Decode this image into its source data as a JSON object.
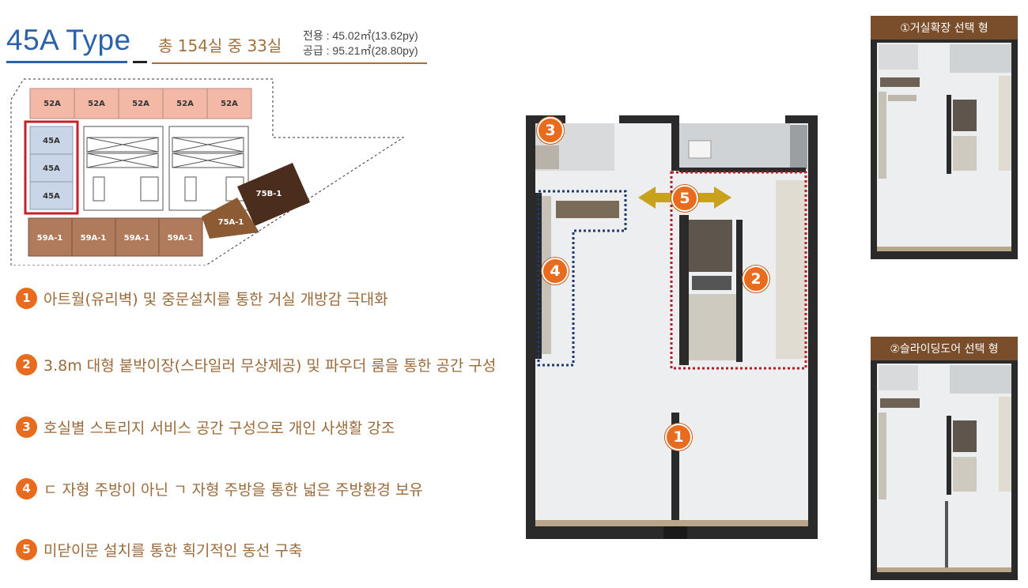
{
  "header": {
    "type_title": "45A Type",
    "units_text": "총 154실 중 33실",
    "exclusive_area": "전용 : 45.02㎡(13.62py)",
    "supply_area": "공급 : 95.21㎡(28.80py)"
  },
  "site_plan": {
    "top_units": [
      "52A",
      "52A",
      "52A",
      "52A",
      "52A"
    ],
    "highlight_units": [
      "45A",
      "45A",
      "45A"
    ],
    "bottom_units": [
      "59A-1",
      "59A-1",
      "59A-1",
      "59A-1"
    ],
    "unit_75a": "75A-1",
    "unit_75b": "75B-1"
  },
  "features": [
    {
      "num": "1",
      "text": "아트월(유리벽) 및 중문설치를 통한 거실 개방감 극대화"
    },
    {
      "num": "2",
      "text": "3.8m 대형 붙박이장(스타일러 무상제공) 및 파우더 룸을 통한 공간 구성"
    },
    {
      "num": "3",
      "text": "호실별 스토리지 서비스 공간 구성으로 개인 사생활 강조"
    },
    {
      "num": "4",
      "text": "ㄷ 자형 주방이 아닌 ㄱ 자형 주방을 통한 넓은 주방환경 보유"
    },
    {
      "num": "5",
      "text": "미닫이문 설치를 통한 획기적인 동선 구축"
    }
  ],
  "plan_markers": [
    "1",
    "2",
    "3",
    "4",
    "5"
  ],
  "options": [
    {
      "title": "①거실확장 선택 형"
    },
    {
      "title": "②슬라이딩도어 선택 형"
    }
  ],
  "colors": {
    "accent_blue": "#2a63a8",
    "accent_brown": "#a0703e",
    "marker_orange": "#e86b1e",
    "unit_52a": "#f3b9a6",
    "unit_45a": "#c9d6e8",
    "unit_59a": "#b07a5c",
    "unit_75a": "#8c5a33",
    "unit_75b": "#4a2d1c"
  }
}
